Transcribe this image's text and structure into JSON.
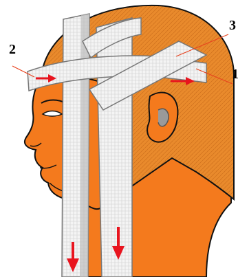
{
  "labels": {
    "label_2": "2",
    "label_3": "3",
    "label_1": "1"
  },
  "colors": {
    "skin": "#f47a1d",
    "hair": "#e98a2c",
    "outline": "#111111",
    "bandage": "#f4f4f4",
    "bandage_shade": "#9a9a9a",
    "arrow": "#e8141e",
    "leader_line": "#e8421e",
    "background": "#ffffff"
  },
  "icons": {
    "arrow_style": "red-solid-arrow"
  }
}
